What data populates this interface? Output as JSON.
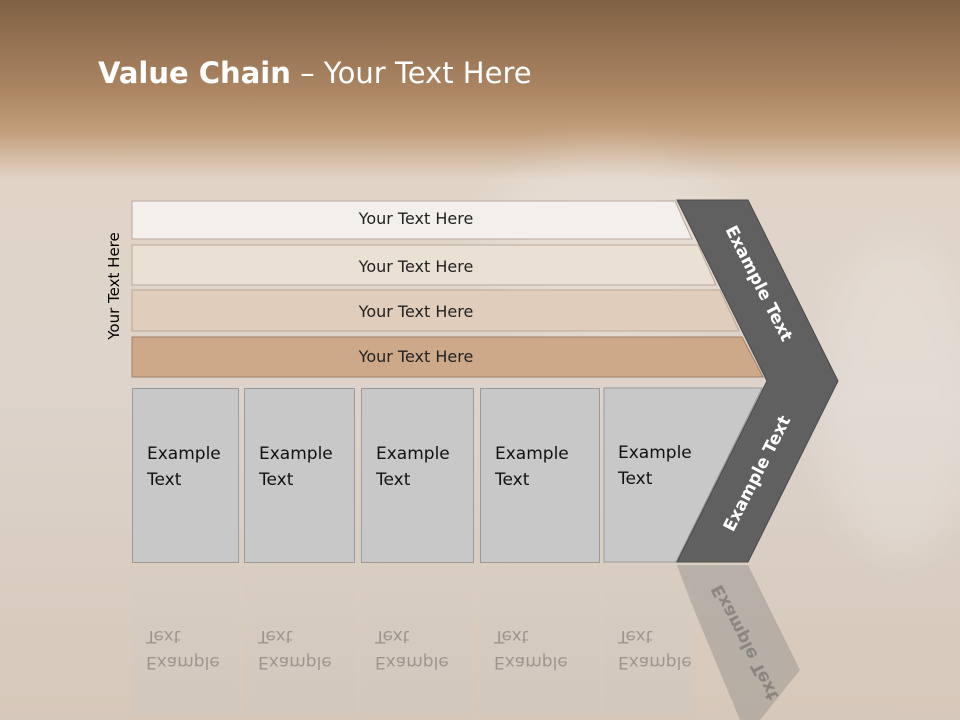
{
  "title": {
    "bold": "Value Chain",
    "rest": " – Your Text Here"
  },
  "side_label": "Your Text Here",
  "bars": [
    "Your Text Here",
    "Your Text Here",
    "Your Text Here",
    "Your Text Here"
  ],
  "columns": [
    {
      "line1": "Example",
      "line2": "Text"
    },
    {
      "line1": "Example",
      "line2": "Text"
    },
    {
      "line1": "Example",
      "line2": "Text"
    },
    {
      "line1": "Example",
      "line2": "Text"
    },
    {
      "line1": "Example",
      "line2": "Text"
    }
  ],
  "chevron": {
    "upper": "Example Text",
    "lower": "Example Text"
  },
  "colors": {
    "bar1": "#f3efeb",
    "bar2": "#ebe0d4",
    "bar3": "#e0cdbb",
    "bar4": "#cda98a",
    "chevron": "#606060",
    "column": "#c8c8c8"
  }
}
